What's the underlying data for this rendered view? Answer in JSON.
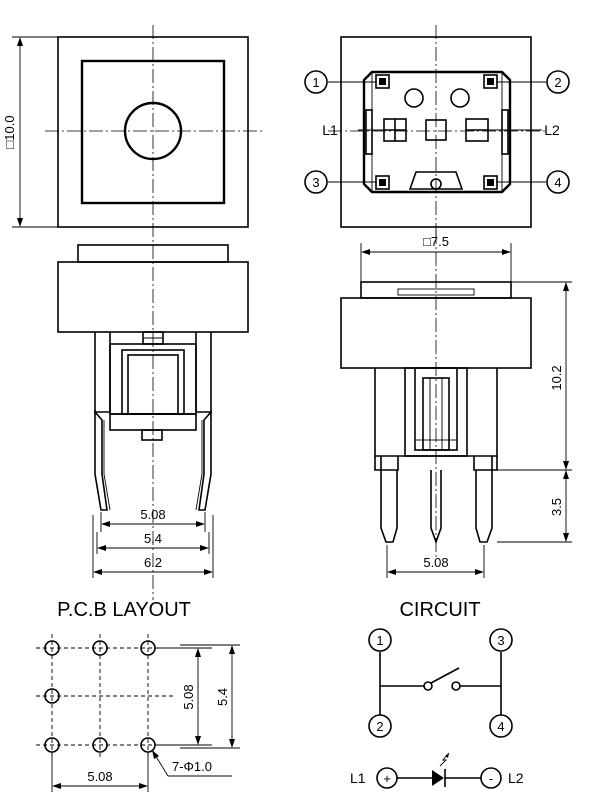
{
  "titles": {
    "pcb": "P.C.B LAYOUT",
    "circuit": "CIRCUIT"
  },
  "dimensions": {
    "body_square": "□10.0",
    "cap_square": "□7.5",
    "pin_pitch_front": "5.08",
    "pin_span_front": "5.4",
    "outer_width_front": "6.2",
    "body_height": "10.2",
    "pin_length": "3.5",
    "pin_pitch_side": "5.08",
    "pcb_v_pitch": "5.08",
    "pcb_v_span": "5.4",
    "pcb_h_pitch": "5.08",
    "pcb_holes": "7-Φ1.0"
  },
  "pins": [
    "1",
    "2",
    "3",
    "4"
  ],
  "leds": [
    "L1",
    "L2"
  ],
  "circuit": {
    "pins": [
      "1",
      "3",
      "2",
      "4"
    ],
    "led_left": "L1",
    "led_right": "L2",
    "plus": "+",
    "minus": "-"
  }
}
